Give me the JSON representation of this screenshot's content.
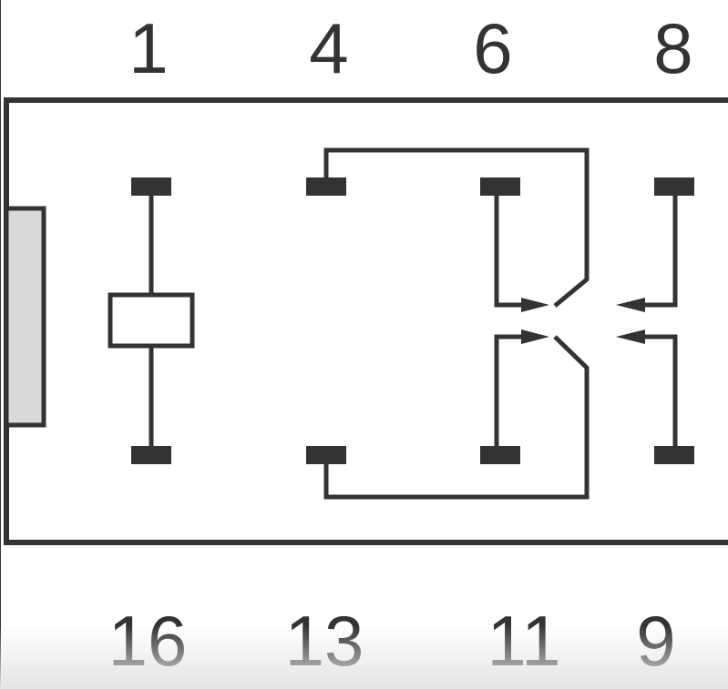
{
  "pins_top": [
    {
      "label": "1"
    },
    {
      "label": "4"
    },
    {
      "label": "6"
    },
    {
      "label": "8"
    }
  ],
  "pins_bottom": [
    {
      "label": "16"
    },
    {
      "label": "13"
    },
    {
      "label": "11"
    },
    {
      "label": "9"
    }
  ],
  "colors": {
    "line": "#333333",
    "pad": "#333333",
    "tab_fill": "#d9d9d9",
    "background": "#ffffff"
  }
}
